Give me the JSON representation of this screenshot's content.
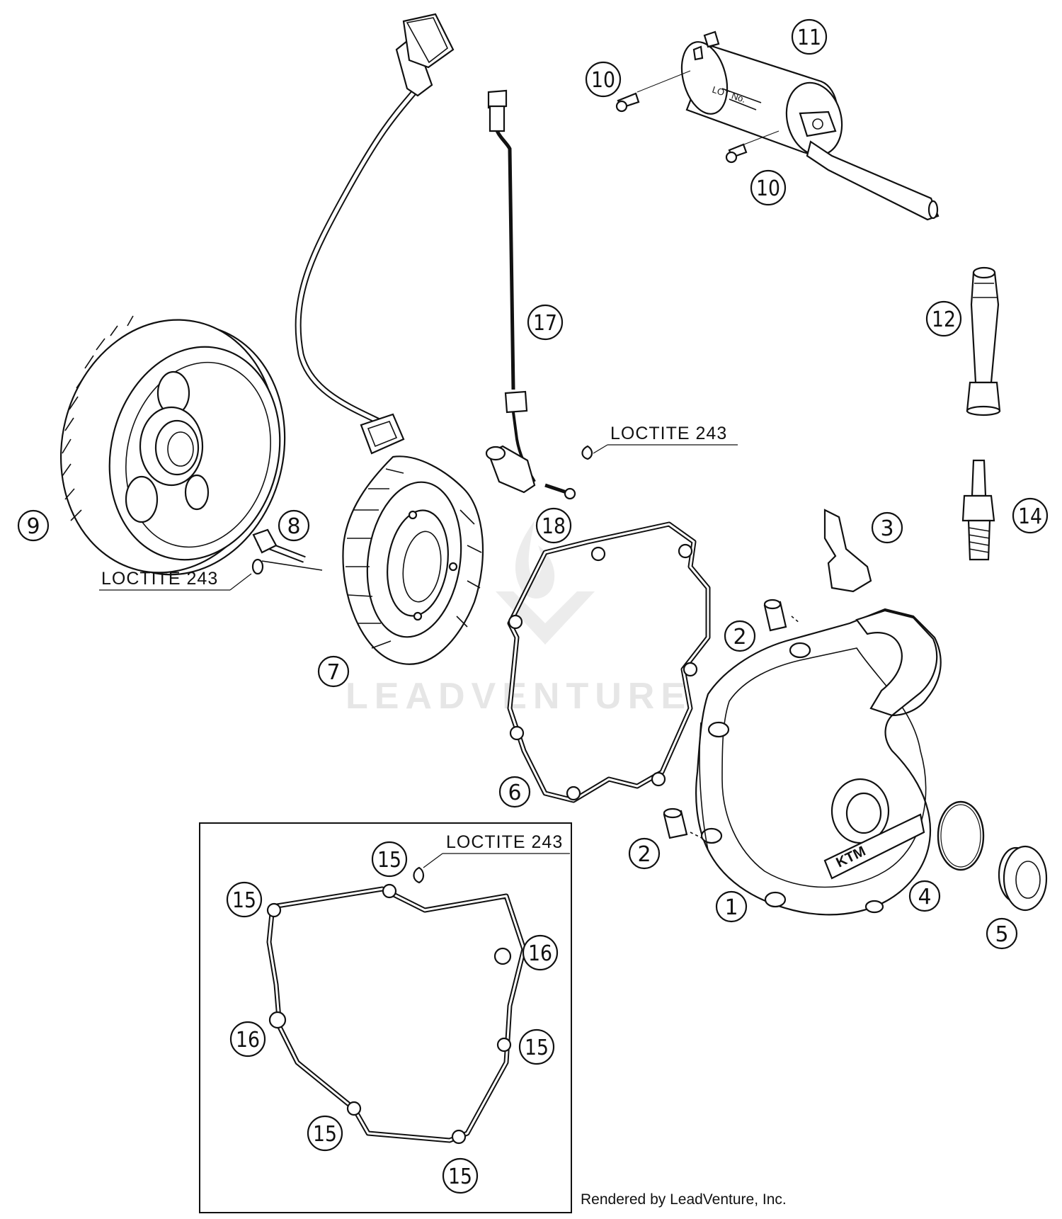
{
  "callouts": [
    {
      "id": "c1",
      "label": "1"
    },
    {
      "id": "c2a",
      "label": "2"
    },
    {
      "id": "c2b",
      "label": "2"
    },
    {
      "id": "c3",
      "label": "3"
    },
    {
      "id": "c4",
      "label": "4"
    },
    {
      "id": "c5",
      "label": "5"
    },
    {
      "id": "c6",
      "label": "6"
    },
    {
      "id": "c7",
      "label": "7"
    },
    {
      "id": "c8",
      "label": "8"
    },
    {
      "id": "c9",
      "label": "9"
    },
    {
      "id": "c10a",
      "label": "10"
    },
    {
      "id": "c10b",
      "label": "10"
    },
    {
      "id": "c11",
      "label": "11"
    },
    {
      "id": "c12",
      "label": "12"
    },
    {
      "id": "c14",
      "label": "14"
    },
    {
      "id": "c15a",
      "label": "15"
    },
    {
      "id": "c15b",
      "label": "15"
    },
    {
      "id": "c15c",
      "label": "15"
    },
    {
      "id": "c15d",
      "label": "15"
    },
    {
      "id": "c15e",
      "label": "15"
    },
    {
      "id": "c16a",
      "label": "16"
    },
    {
      "id": "c16b",
      "label": "16"
    },
    {
      "id": "c17",
      "label": "17"
    },
    {
      "id": "c18",
      "label": "18"
    }
  ],
  "notes": {
    "loctite_stator": "LOCTITE 243",
    "loctite_sensor": "LOCTITE 243",
    "loctite_kit": "LOCTITE 243"
  },
  "coil_label": "LOT No.",
  "cover_brand": "KTM",
  "watermark": "LEADVENTURE",
  "credit": "Rendered by LeadVenture, Inc."
}
